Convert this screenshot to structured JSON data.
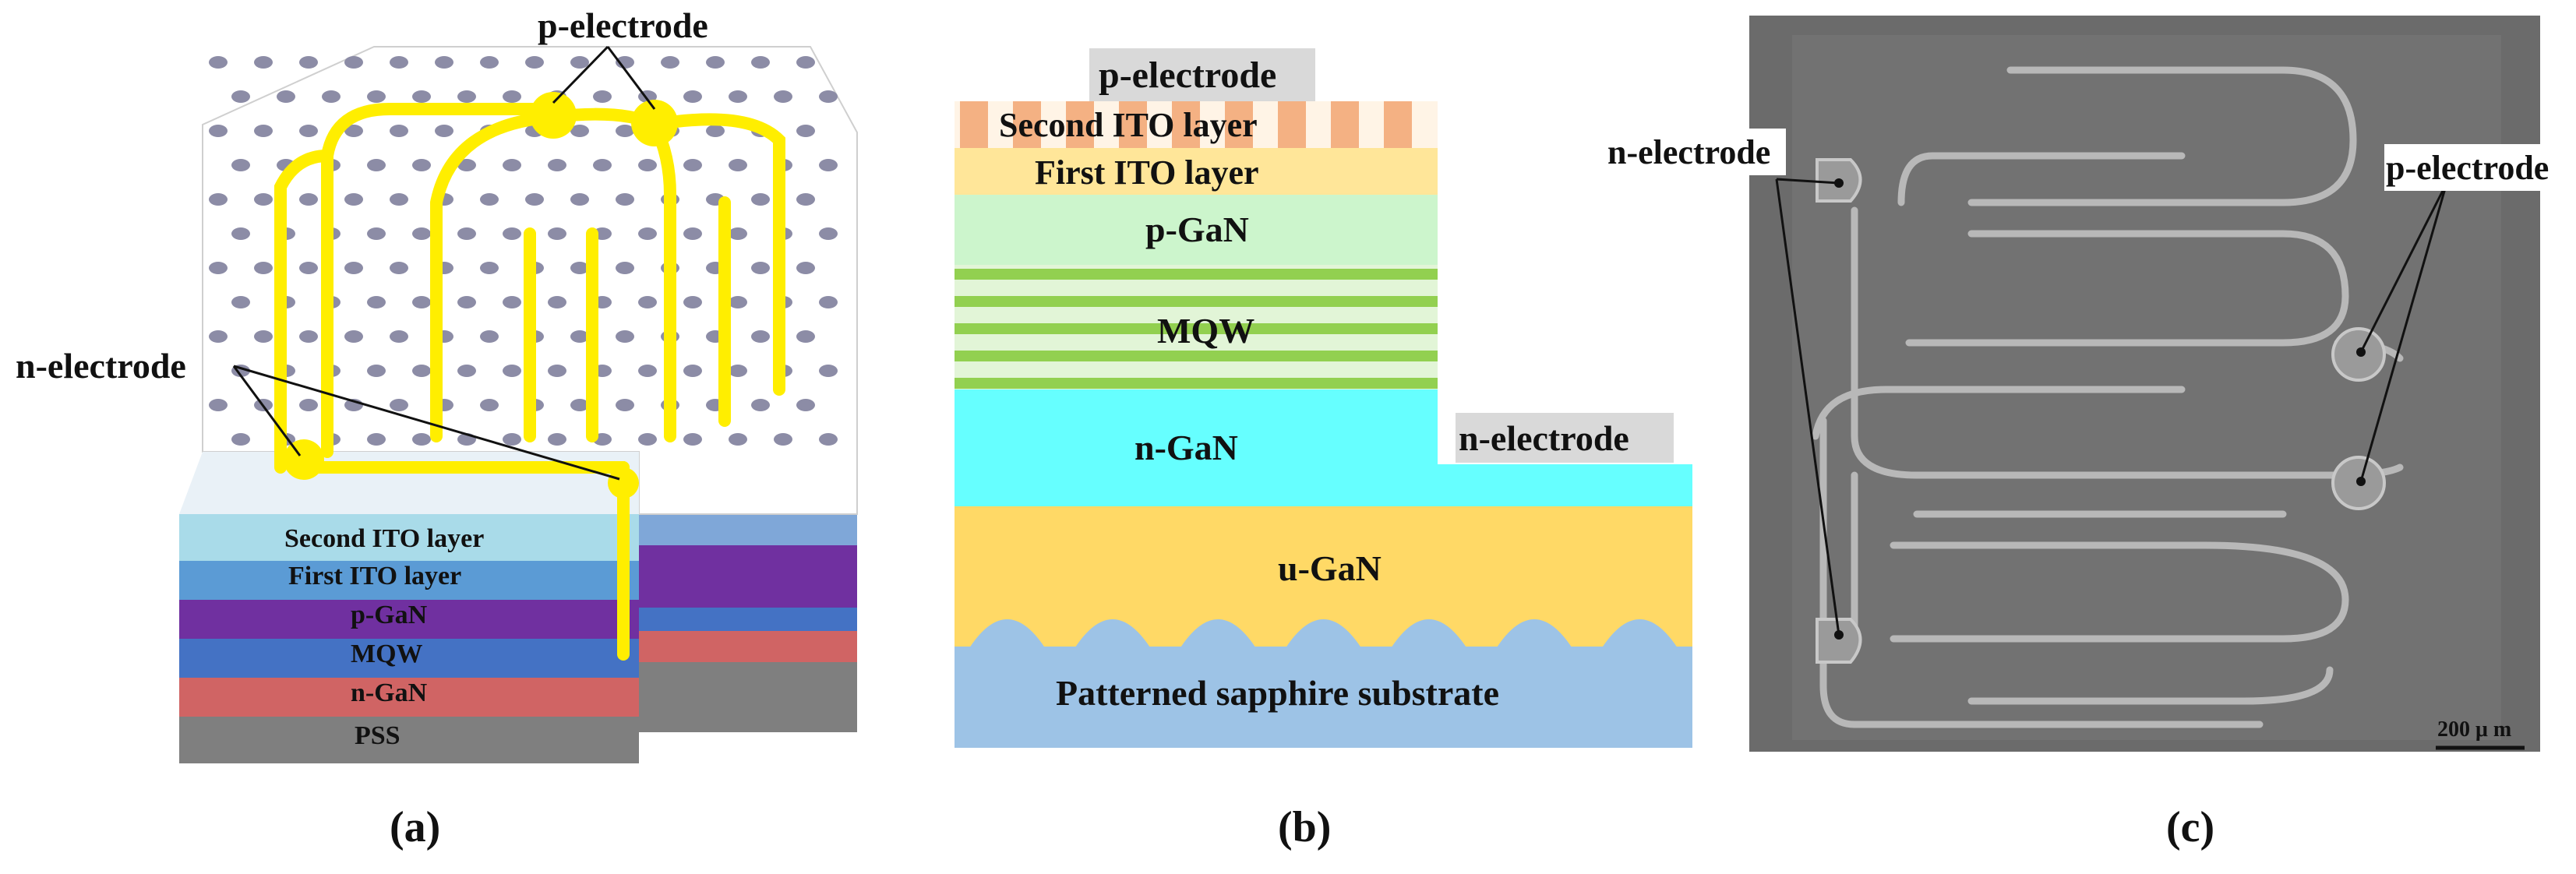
{
  "panel_a": {
    "caption": "(a)",
    "p_electrode_label": "p-electrode",
    "n_electrode_label": "n-electrode",
    "layers": [
      "Second ITO layer",
      "First ITO layer",
      "p-GaN",
      "MQW",
      "n-GaN",
      "PSS"
    ],
    "colors": {
      "electrode": "#ffee00",
      "second_ito": "#a9dbe9",
      "first_ito": "#5b9bd5",
      "pgan": "#7030a0",
      "mqw": "#4472c4",
      "ngan": "#d06464",
      "pss": "#7f7f7f",
      "hole": "#8c8ca6"
    }
  },
  "panel_b": {
    "caption": "(b)",
    "p_electrode_label": "p-electrode",
    "second_ito_label": "Second ITO layer",
    "first_ito_label": "First ITO layer",
    "pgan_label": "p-GaN",
    "mqw_label": "MQW",
    "ngan_label": "n-GaN",
    "n_electrode_label": "n-electrode",
    "ugan_label": "u-GaN",
    "substrate_label": "Patterned sapphire substrate",
    "colors": {
      "ito_bars": "#f4b183",
      "first_ito": "#ffe699",
      "pgan": "#ccf5cc",
      "mqw_green": "#92d050",
      "ngan": "#66ffff",
      "ugan": "#ffd966",
      "substrate": "#9dc3e6",
      "label_bg": "#d9d9d9"
    }
  },
  "panel_c": {
    "caption": "(c)",
    "n_electrode_label": "n-electrode",
    "p_electrode_label": "p-electrode",
    "scale_bar": "200 μ m"
  }
}
